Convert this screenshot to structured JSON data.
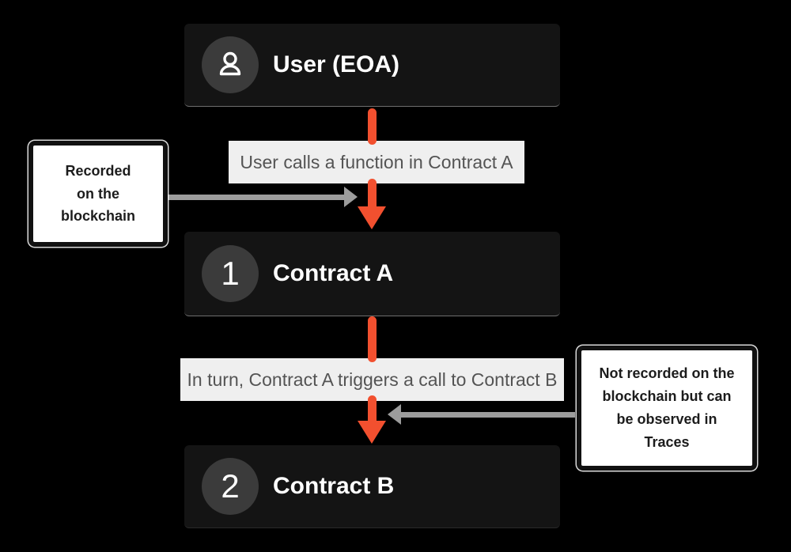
{
  "colors": {
    "background": "#000000",
    "node-bg": "#141414",
    "node-circle": "#3b3b3b",
    "node-text": "#ffffff",
    "accent": "#F2502F",
    "strip-bg": "#EFEFEF",
    "strip-text": "#545454",
    "gray-arrow": "#9C9C9C",
    "callout-bg": "#ffffff",
    "callout-border": "#111111",
    "callout-text": "#1c1c1c"
  },
  "nodes": [
    {
      "id": "user",
      "label": "User (EOA)",
      "badge": "person-icon"
    },
    {
      "id": "contract-a",
      "label": "Contract A",
      "badge": "1"
    },
    {
      "id": "contract-b",
      "label": "Contract B",
      "badge": "2"
    }
  ],
  "edges": [
    {
      "from": "user",
      "to": "contract-a",
      "label": "User calls a function in Contract A"
    },
    {
      "from": "contract-a",
      "to": "contract-b",
      "label": "In turn, Contract A triggers a call to Contract B"
    }
  ],
  "callouts": [
    {
      "side": "left",
      "text": "Recorded\non the\nblockchain"
    },
    {
      "side": "right",
      "text": "Not recorded on the\nblockchain but can\nbe observed in\nTraces"
    }
  ]
}
